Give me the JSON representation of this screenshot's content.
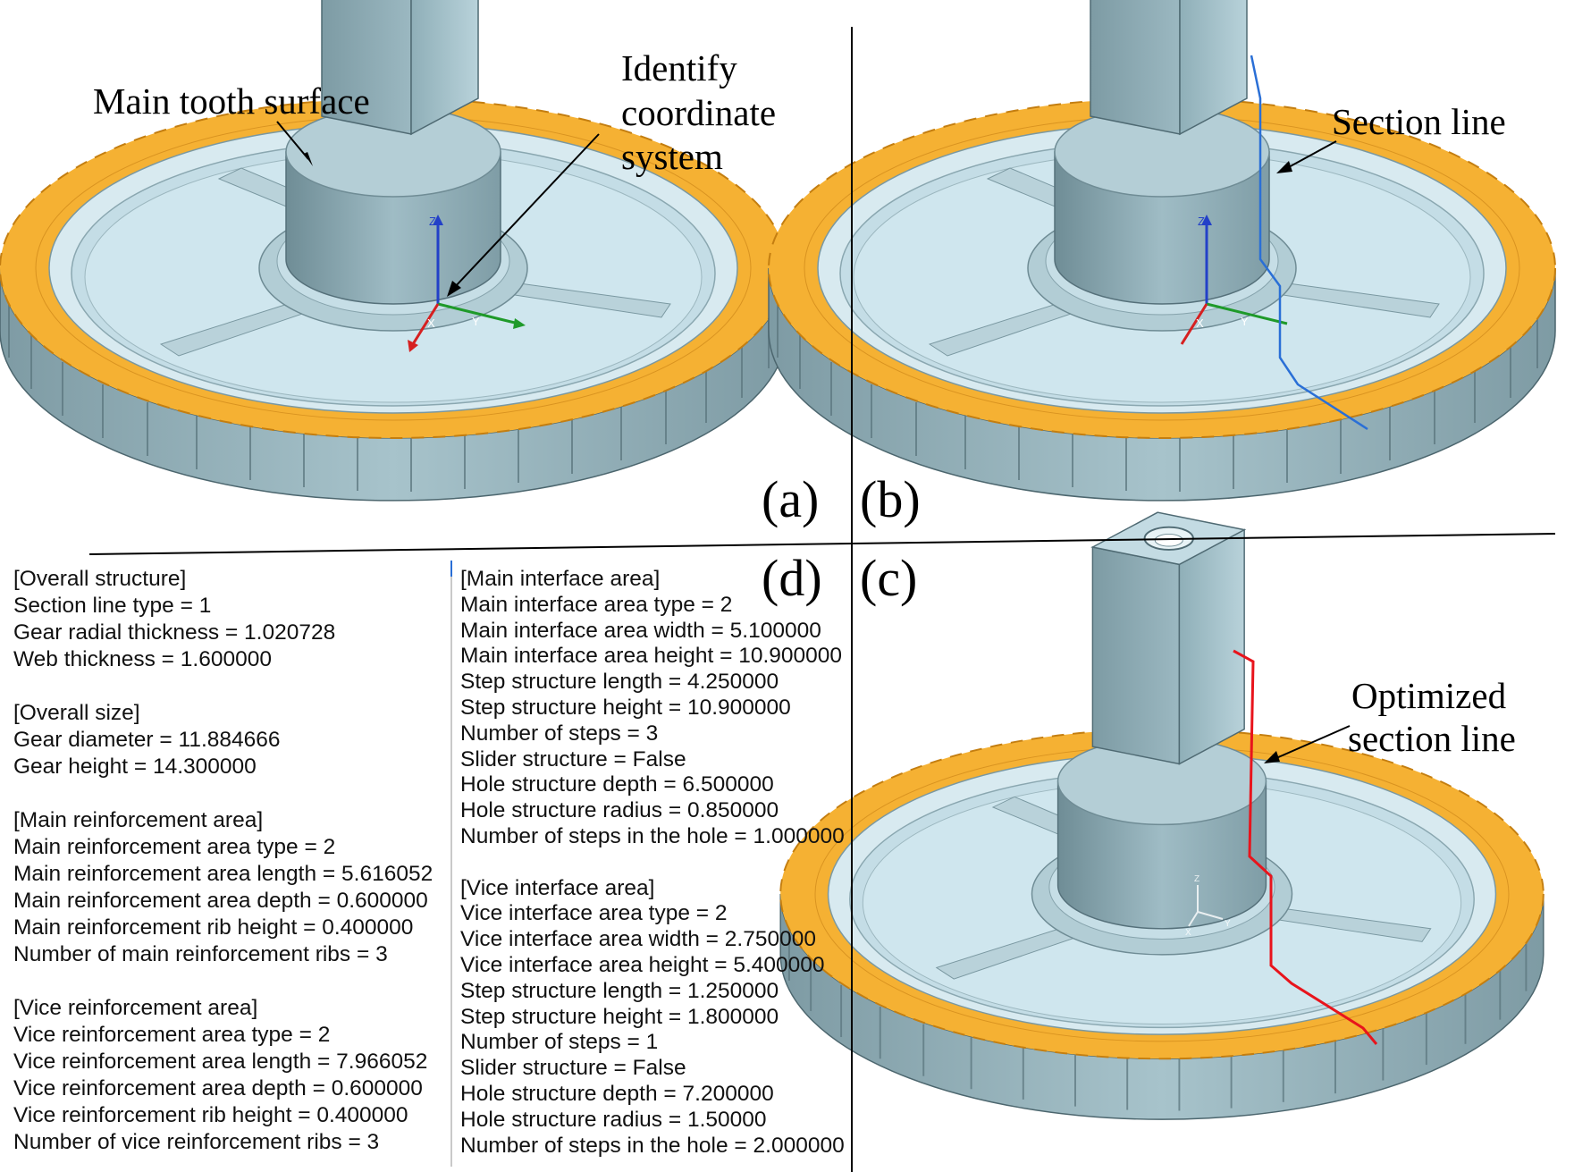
{
  "panel_a": {
    "letter": "(a)",
    "label_main_tooth_surface": "Main tooth surface",
    "label_identify": [
      "Identify",
      "coordinate",
      "system"
    ],
    "axes": {
      "x": "X",
      "y": "Y",
      "z": "Z"
    }
  },
  "panel_b": {
    "letter": "(b)",
    "label_section_line": "Section line",
    "axes": {
      "x": "X",
      "y": "Y",
      "z": "Z"
    }
  },
  "panel_c": {
    "letter": "(c)",
    "label_optimized": [
      "Optimized",
      "section line"
    ],
    "axes": {
      "x": "X",
      "y": "Y",
      "z": "Z"
    }
  },
  "panel_d": {
    "letter": "(d)",
    "left_column": [
      "[Overall structure]",
      "Section line type = 1",
      "Gear radial thickness = 1.020728",
      "Web thickness = 1.600000",
      "",
      "[Overall size]",
      "Gear diameter = 11.884666",
      "Gear height = 14.300000",
      "",
      "[Main reinforcement area]",
      "Main reinforcement area type = 2",
      "Main reinforcement area length = 5.616052",
      "Main reinforcement area depth = 0.600000",
      "Main reinforcement rib height = 0.400000",
      "Number of main reinforcement ribs = 3",
      "",
      "[Vice reinforcement area]",
      "Vice reinforcement area type = 2",
      "Vice reinforcement area length = 7.966052",
      "Vice reinforcement area depth = 0.600000",
      "Vice reinforcement rib height = 0.400000",
      "Number of vice reinforcement ribs = 3"
    ],
    "right_column": [
      "[Main interface area]",
      "Main interface area type = 2",
      "Main interface area width = 5.100000",
      "Main interface area height = 10.900000",
      "Step structure length = 4.250000",
      "Step structure height = 10.900000",
      "Number of steps = 3",
      "Slider structure = False",
      "Hole structure depth = 6.500000",
      "Hole structure radius = 0.850000",
      "Number of steps in the hole = 1.000000",
      "",
      "[Vice interface area]",
      "Vice interface area type = 2",
      "Vice interface area width = 2.750000",
      "Vice interface area height = 5.400000",
      "Step structure length = 1.250000",
      "Step structure height = 1.800000",
      "Number of steps = 1",
      "Slider structure = False",
      "Hole structure depth = 7.200000",
      "Hole structure radius = 1.50000",
      "Number of steps in the hole = 2.000000"
    ]
  },
  "colors": {
    "gear_body": "#a8c4cc",
    "gear_dark": "#6f8c95",
    "tooth_surface": "#f5b133",
    "web_face": "#cfe6ee",
    "section_line": "#2a6fd6",
    "optimized_line": "#e8141c",
    "axis_x": "#d62020",
    "axis_y": "#1f9a2a",
    "axis_z": "#2340c8"
  }
}
